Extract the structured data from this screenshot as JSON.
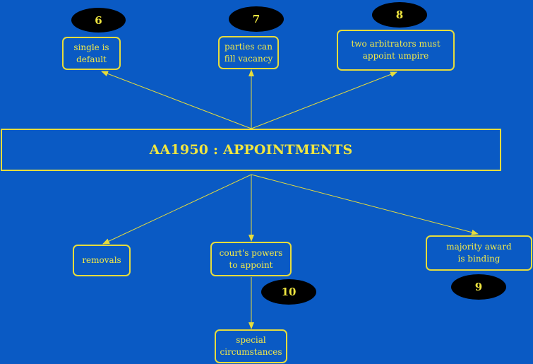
{
  "colors": {
    "background": "#0a5ac4",
    "line": "#e6dc3c",
    "text": "#f3ea48",
    "badge_fill": "#000000"
  },
  "diagram": {
    "title": "AA1950 : APPOINTMENTS",
    "nodes": {
      "single_default": "single is\ndefault",
      "fill_vacancy": "parties can\nfill vacancy",
      "appoint_umpire": "two arbitrators must\nappoint umpire",
      "removals": "removals",
      "court_powers": "court's powers\nto appoint",
      "majority_award": "majority award\nis binding",
      "special_circumstances": "special\ncircumstances"
    },
    "badges": {
      "b6": "6",
      "b7": "7",
      "b8": "8",
      "b9": "9",
      "b10": "10"
    }
  }
}
